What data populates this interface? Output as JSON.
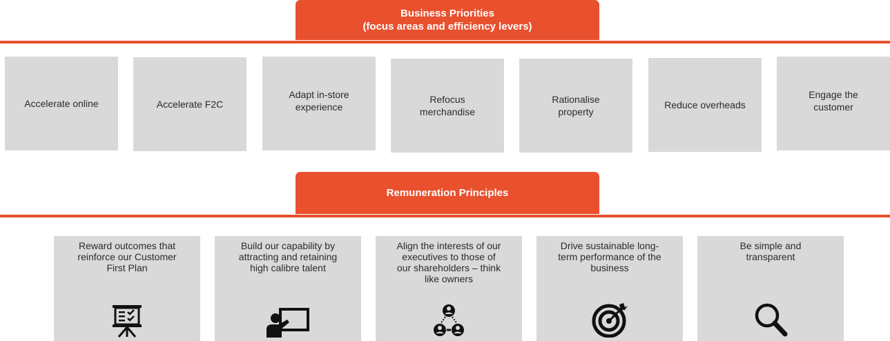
{
  "business_priorities": {
    "title": "Business Priorities\n(focus areas and efficiency levers)",
    "items": [
      {
        "label": "Accelerate online"
      },
      {
        "label": "Accelerate F2C"
      },
      {
        "label": "Adapt in-store\nexperience"
      },
      {
        "label": "Refocus\nmerchandise"
      },
      {
        "label": "Rationalise\nproperty"
      },
      {
        "label": "Reduce overheads"
      },
      {
        "label": "Engage the\ncustomer"
      }
    ]
  },
  "remuneration_principles": {
    "title": "Remuneration Principles",
    "items": [
      {
        "label": "Reward outcomes that\nreinforce our Customer\nFirst Plan",
        "icon": "presentation-board-icon"
      },
      {
        "label": "Build our capability by\nattracting and retaining\nhigh calibre talent",
        "icon": "teacher-screen-icon"
      },
      {
        "label": "Align the interests of our\nexecutives to those of\nour shareholders – think\nlike owners",
        "icon": "people-network-icon"
      },
      {
        "label": "Drive sustainable long-\nterm performance of the\nbusiness",
        "icon": "target-arrow-icon"
      },
      {
        "label": "Be simple and\ntransparent",
        "icon": "magnifier-icon"
      }
    ]
  },
  "colors": {
    "accent": "#e8502e",
    "box": "#d9d9d9",
    "text": "#2b2b2b",
    "icon": "#111111"
  }
}
